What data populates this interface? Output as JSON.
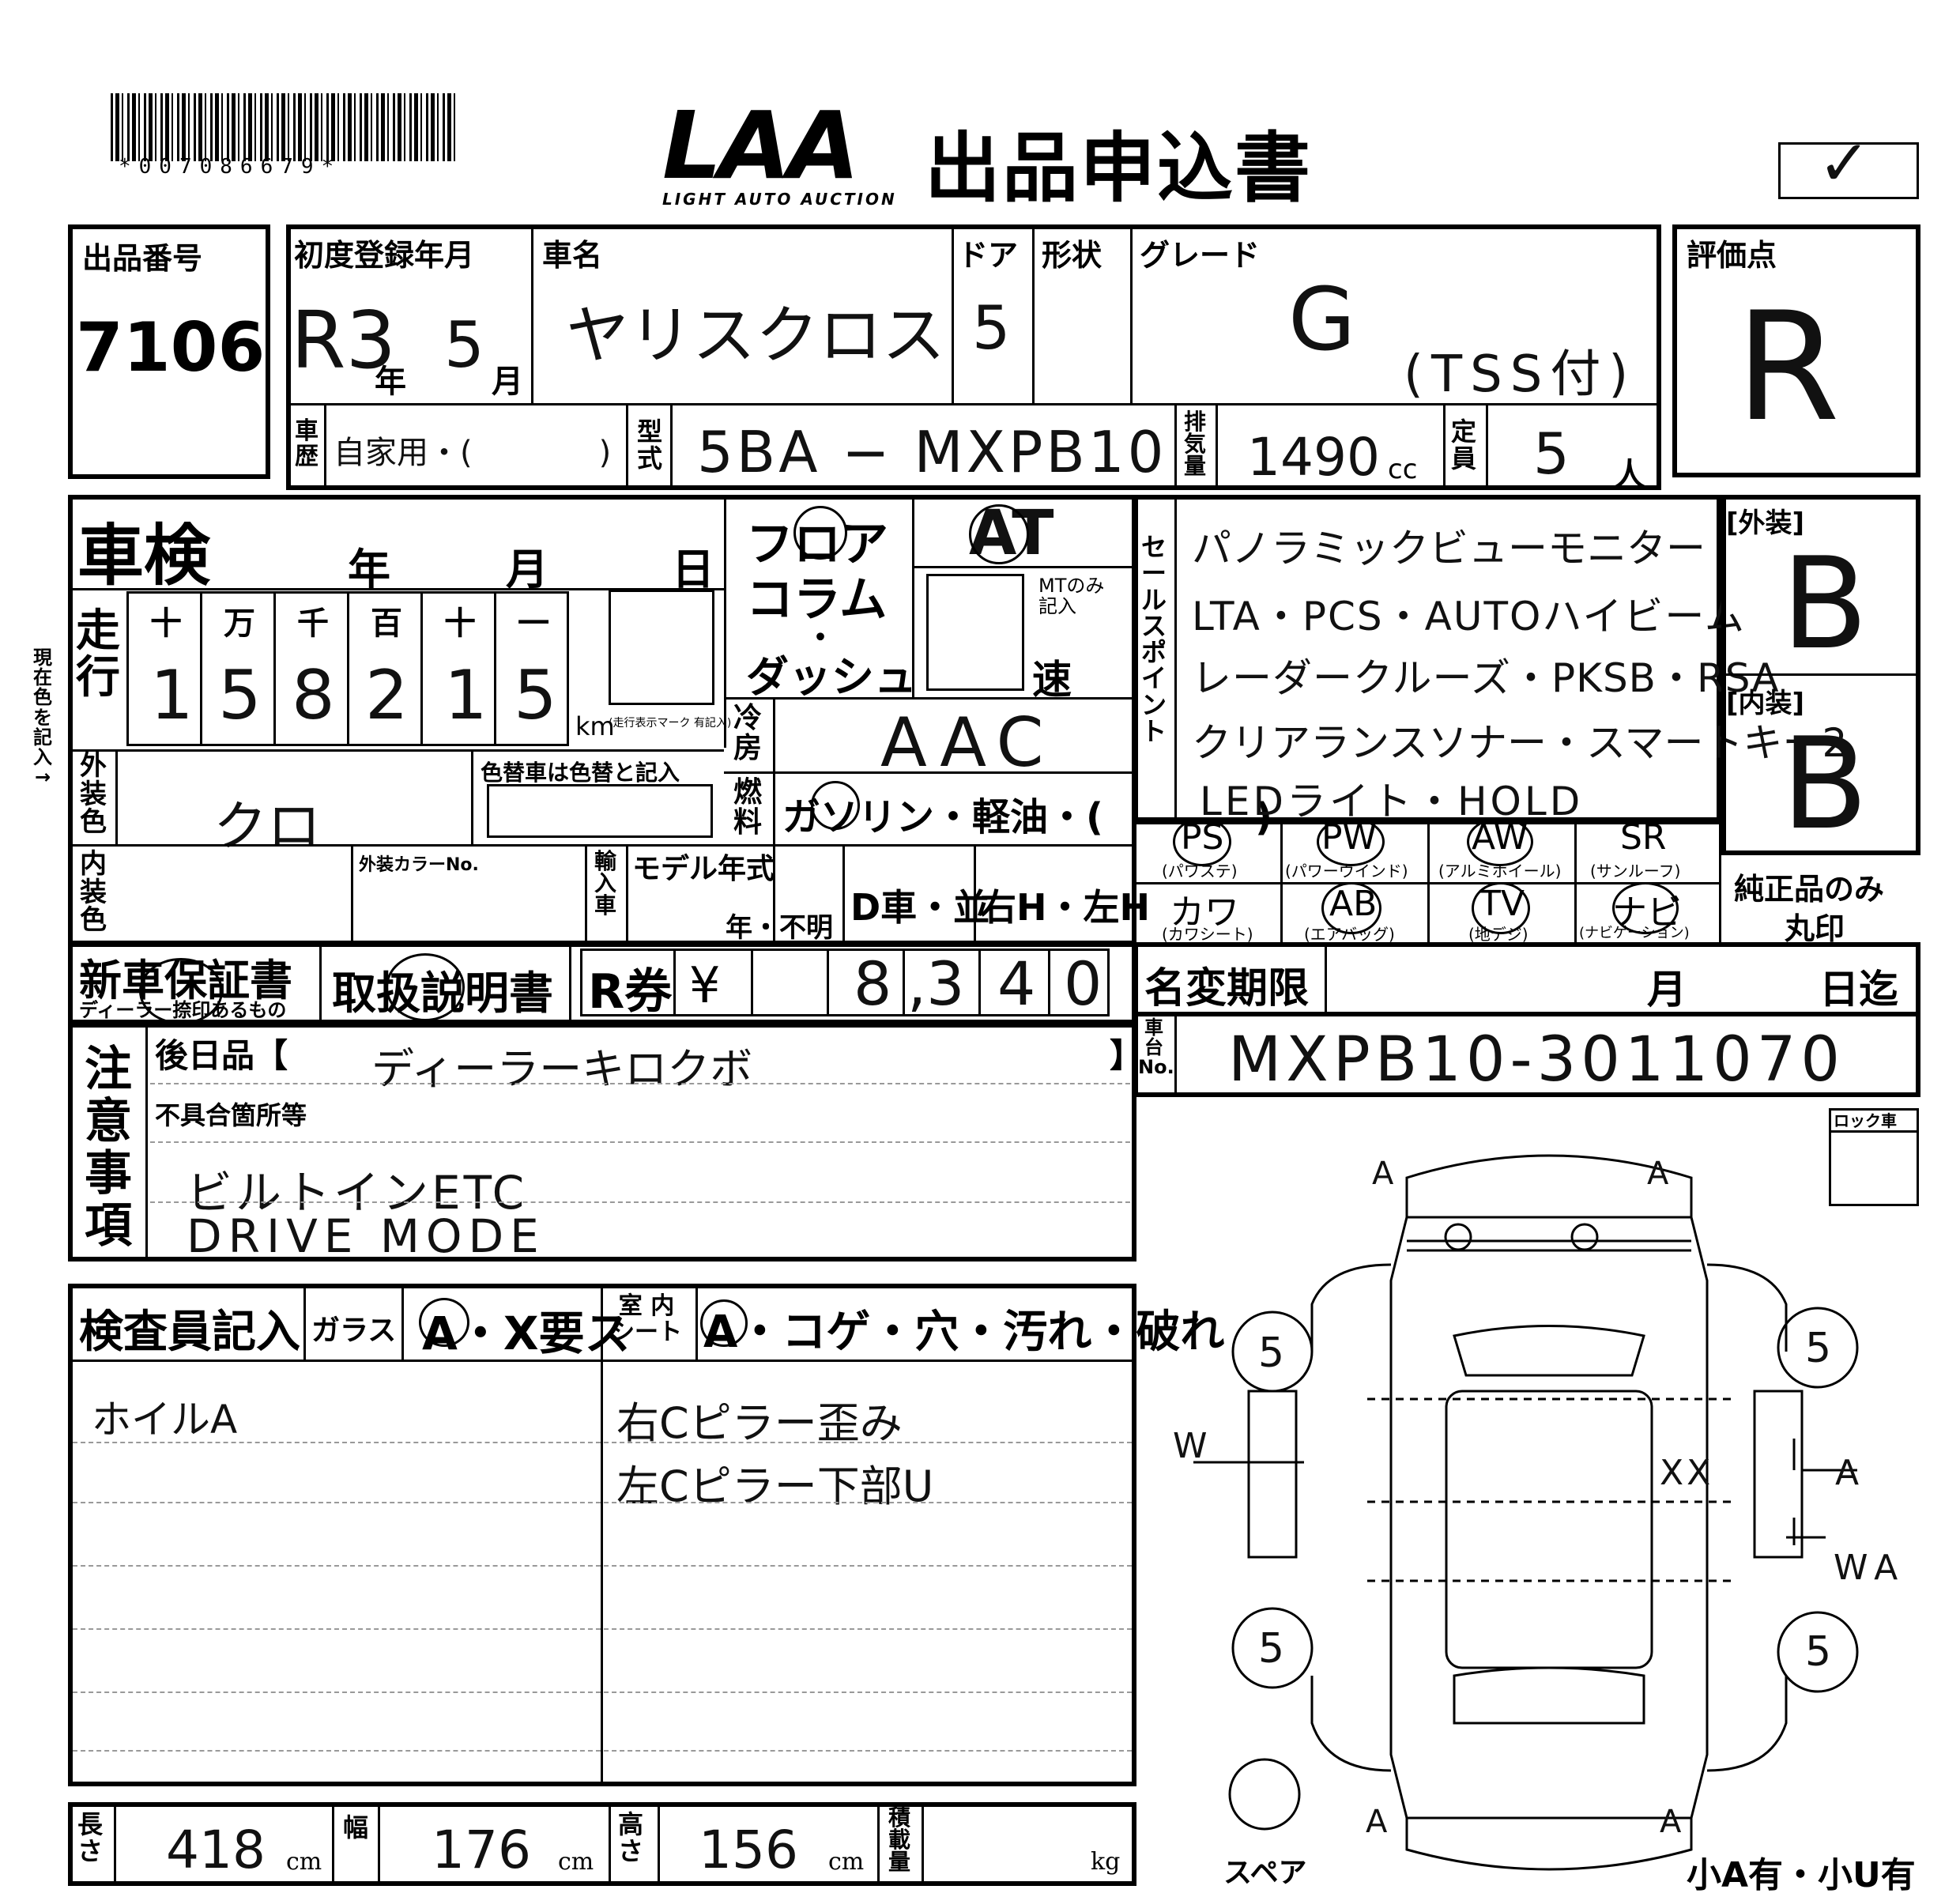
{
  "header": {
    "barcode_text": "*007086679*",
    "logo": "LAA",
    "logo_sub": "LIGHT AUTO AUCTION",
    "title": "出品申込書",
    "check_mark": "✓"
  },
  "lot": {
    "label": "出品番号",
    "value": "7106"
  },
  "vehicle": {
    "first_reg_label": "初度登録年月",
    "era_value": "R3",
    "year_unit": "年",
    "month_value": "5",
    "month_unit": "月",
    "name_label": "車名",
    "name_value": "ヤリスクロス",
    "door_label": "ドア",
    "door_value": "5",
    "shape_label": "形状",
    "grade_label": "グレード",
    "grade_value": "G",
    "grade_note": "(TSS付)",
    "history_label": "車歴",
    "history_value": "自家用・(　　　　)",
    "type_label": "型式",
    "type_value": "5BA − MXPB10",
    "displacement_label": "排気量",
    "displacement_value": "1490",
    "displacement_unit": "cc",
    "capacity_label": "定員",
    "capacity_value": "5",
    "capacity_unit": "人"
  },
  "score": {
    "label": "評価点",
    "value": "R"
  },
  "inspection": {
    "shaken_label": "車検",
    "year_unit": "年",
    "month_unit": "月",
    "day_unit": "日",
    "mileage_label": "走行",
    "mileage_side_note": "現在色を記入→",
    "digit_headers": [
      "十",
      "万",
      "千",
      "百",
      "十",
      "一"
    ],
    "digits": [
      "1",
      "5",
      "8",
      "2",
      "1",
      "5"
    ],
    "km_unit": "km",
    "km_note": "(走行表示マーク 有記入)",
    "floor": "フロア",
    "column": "コラム",
    "dot": "・",
    "dash": "ダッシュ",
    "transmission": "AT",
    "mt_note": "MTのみ記入",
    "speed_unit": "速",
    "ac_label": "冷房",
    "ac_value": "AAC",
    "fuel_label": "燃料",
    "fuel_value": "ガソリン・軽油・(　　　　)",
    "ext_color_label": "外装色",
    "ext_color_value": "クロ",
    "color_change_note": "色替車は色替と記入",
    "int_color_label": "内装色",
    "color_no_label": "外装カラーNo.",
    "import_label": "輸入車",
    "model_year_label": "モデル年式",
    "model_year_unit": "年・不明",
    "dealer_label": "D車・並",
    "handle_label": "右H・左H"
  },
  "sales_points": {
    "label": "セールスポイント",
    "lines": [
      "パノラミックビューモニター",
      "LTA・PCS・AUTOハイビーム",
      "レーダークルーズ・PKSB・RSA",
      "クリアランスソナー・スマートキー2",
      "LEDライト・HOLD"
    ]
  },
  "grades": {
    "exterior_label": "[外装]",
    "exterior_value": "B",
    "interior_label": "[内装]",
    "interior_value": "B"
  },
  "equipment": [
    {
      "code": "PS",
      "sub": "(パワステ)"
    },
    {
      "code": "PW",
      "sub": "(パワーウインド)"
    },
    {
      "code": "AW",
      "sub": "(アルミホイール)"
    },
    {
      "code": "SR",
      "sub": "(サンルーフ)"
    },
    {
      "code": "カワ",
      "sub": "(カワシート)"
    },
    {
      "code": "AB",
      "sub": "(エアバッグ)"
    },
    {
      "code": "TV",
      "sub": "(地デジ)"
    },
    {
      "code": "ナビ",
      "sub": "(ナビゲーション)"
    }
  ],
  "genuine": {
    "line1": "純正品のみ",
    "line2": "丸印"
  },
  "docs": {
    "warranty": "新車保証書",
    "warranty_note": "ディーラー捺印あるもの",
    "manual": "取扱説明書",
    "recycle_label": "R券",
    "yen": "¥",
    "recycle_digits": [
      "8",
      ",3",
      "4",
      "0"
    ]
  },
  "name_change": {
    "label": "名変期限",
    "month": "月",
    "day": "日迄"
  },
  "chassis": {
    "label": "車台No.",
    "value": "MXPB10-3011070"
  },
  "notes": {
    "label": "注意事項",
    "later_label": "後日品【",
    "later_value": "ディーラーキロクボ",
    "later_close": "】",
    "defects_label": "不具合箇所等",
    "lines": [
      "ビルトインETC",
      "DRIVE MODE"
    ]
  },
  "inspector": {
    "label": "検査員記入",
    "glass_label": "ガラス",
    "glass_options": "A・X要ス",
    "seat_label": "室内シート",
    "seat_options": "A・コゲ・穴・汚れ・破れ",
    "left_note": "ホイルA",
    "right_notes": [
      "右Cピラー歪み",
      "左Cピラー下部U"
    ]
  },
  "dims": {
    "length_label": "長さ",
    "length": "418",
    "width_label": "幅",
    "width": "176",
    "height_label": "高さ",
    "height": "156",
    "cm": "cm",
    "load_label": "積載量",
    "kg": "kg"
  },
  "diagram": {
    "lock_label": "ロック車",
    "tires": [
      "5",
      "5",
      "5",
      "5"
    ],
    "marks_left": "W",
    "marks_right_xx": "XX",
    "marks_right_a": "A",
    "marks_right_wa": "WA",
    "corner_a": "A",
    "spare_label": "スペア",
    "footer": "小A有・小U有"
  }
}
